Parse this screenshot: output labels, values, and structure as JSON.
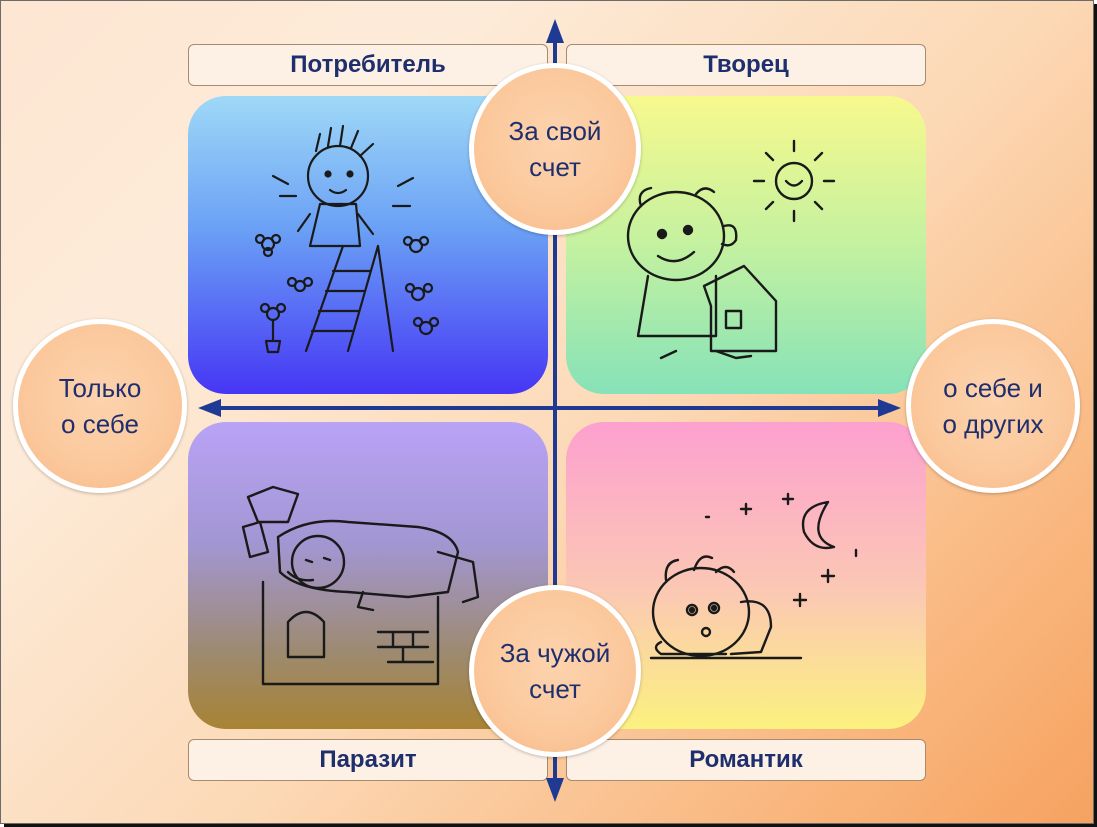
{
  "quadrants": {
    "top_left": {
      "title": "Потребитель"
    },
    "top_right": {
      "title": "Творец"
    },
    "bottom_left": {
      "title": "Паразит"
    },
    "bottom_right": {
      "title": "Романтик"
    }
  },
  "axes": {
    "top": {
      "line1": "За свой",
      "line2": "счет"
    },
    "bottom": {
      "line1": "За чужой",
      "line2": "счет"
    },
    "left": {
      "line1": "Только",
      "line2": "о себе"
    },
    "right": {
      "line1": "о себе и",
      "line2": "о других"
    }
  },
  "colors": {
    "axis": "#1f3a93",
    "label_text": "#1f2f6e",
    "circle_fill": "#fbc89c"
  },
  "illustrations": {
    "top_left": "boy-on-ladder-with-flowers",
    "top_right": "boy-holding-house-under-sun",
    "bottom_left": "boy-lying-on-stove",
    "bottom_right": "boy-dreaming-under-moon-and-stars"
  }
}
